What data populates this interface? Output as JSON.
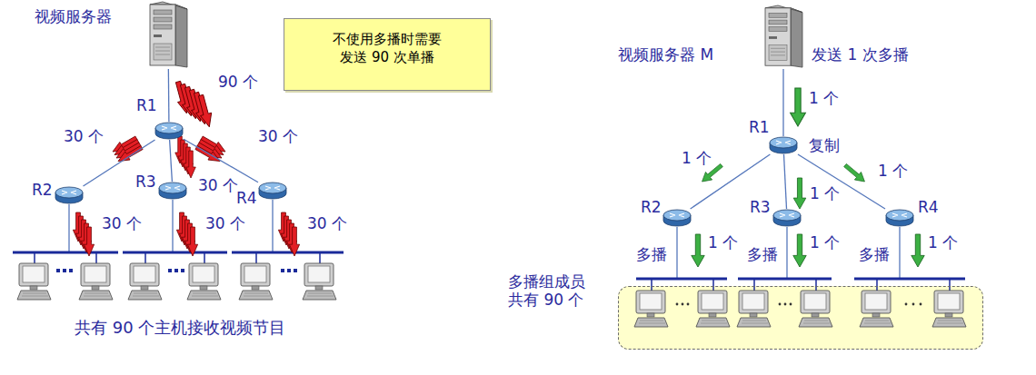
{
  "diagram": {
    "nodes": [
      {
        "text": [
          "视频服务器"
        ]
      },
      {
        "text": [
          "不使用多播时需要 发送 90 次单播"
        ]
      },
      {
        "text": [
          "视频服务器 M"
        ]
      },
      {
        "text": [
          "R1"
        ]
      },
      {
        "text": [
          "R2"
        ]
      },
      {
        "text": [
          "R3"
        ]
      },
      {
        "text": [
          "R4"
        ]
      },
      {
        "text": [
          "R1"
        ]
      },
      {
        "text": [
          "R2"
        ]
      },
      {
        "text": [
          "R3"
        ]
      },
      {
        "text": [
          "R4"
        ]
      },
      {
        "text": [
          "多播组成员 共有 90 个"
        ]
      }
    ],
    "edges": [
      {
        "from": 0,
        "to": 3,
        "arrow": "none"
      },
      {
        "from": 3,
        "to": 4,
        "arrow": "none"
      },
      {
        "from": 3,
        "to": 5,
        "arrow": "none"
      },
      {
        "from": 3,
        "to": 6,
        "arrow": "none"
      },
      {
        "from": 2,
        "to": 7,
        "arrow": "none"
      },
      {
        "from": 7,
        "to": 8,
        "arrow": "none"
      },
      {
        "from": 7,
        "to": 9,
        "arrow": "none"
      },
      {
        "from": 7,
        "to": 10,
        "arrow": "none"
      }
    ],
    "labels": [
      "90 个",
      "30 个",
      "30 个",
      "30 个",
      "30 个",
      "30 个",
      "30 个",
      "共有 90 个主机接收视频节目",
      "发送 1 次多播",
      "1 个",
      "复制",
      "1 个",
      "1 个",
      "1 个",
      "多播",
      "1 个",
      "多播",
      "1 个",
      "多播",
      "1 个"
    ]
  }
}
